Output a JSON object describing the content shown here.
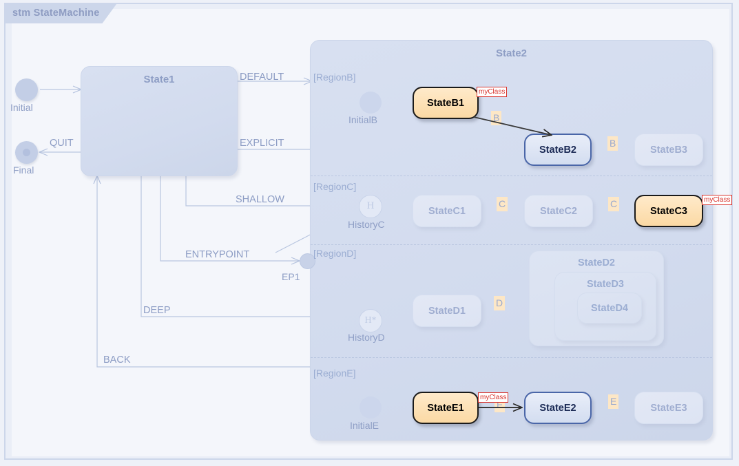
{
  "frame": {
    "tab_label": "stm StateMachine"
  },
  "top_level": {
    "initial": {
      "label": "Initial"
    },
    "final": {
      "label": "Final"
    },
    "state1": {
      "label": "State1"
    },
    "state2": {
      "label": "State2"
    },
    "entrypoint": {
      "label": "EP1"
    }
  },
  "transitions": {
    "default": "DEFAULT",
    "explicit": "EXPLICIT",
    "shallow": "SHALLOW",
    "entrypoint": "ENTRYPOINT",
    "deep": "DEEP",
    "back": "BACK",
    "quit": "QUIT"
  },
  "regions": [
    {
      "name": "[RegionB]",
      "nodes": [
        {
          "label": "InitialB",
          "kind": "initial-pseudostate"
        },
        {
          "label": "StateB1",
          "kind": "state",
          "style": "active",
          "stereotype": "myClass"
        },
        {
          "label": "StateB2",
          "kind": "state",
          "style": "visited"
        },
        {
          "label": "StateB3",
          "kind": "state",
          "style": "faded"
        }
      ],
      "edge_labels": [
        "B",
        "B"
      ]
    },
    {
      "name": "[RegionC]",
      "nodes": [
        {
          "label": "HistoryC",
          "kind": "shallow-history",
          "glyph": "H"
        },
        {
          "label": "StateC1",
          "kind": "state",
          "style": "faded"
        },
        {
          "label": "StateC2",
          "kind": "state",
          "style": "faded"
        },
        {
          "label": "StateC3",
          "kind": "state",
          "style": "active",
          "stereotype": "myClass"
        }
      ],
      "edge_labels": [
        "C",
        "C"
      ]
    },
    {
      "name": "[RegionD]",
      "nodes": [
        {
          "label": "HistoryD",
          "kind": "deep-history",
          "glyph": "H*"
        },
        {
          "label": "StateD1",
          "kind": "state",
          "style": "faded"
        },
        {
          "label": "StateD2",
          "kind": "state",
          "style": "nested"
        },
        {
          "label": "StateD3",
          "kind": "state",
          "style": "nested"
        },
        {
          "label": "StateD4",
          "kind": "state",
          "style": "nested"
        }
      ],
      "edge_labels": [
        "D"
      ]
    },
    {
      "name": "[RegionE]",
      "nodes": [
        {
          "label": "InitialE",
          "kind": "initial-pseudostate"
        },
        {
          "label": "StateE1",
          "kind": "state",
          "style": "active",
          "stereotype": "myClass"
        },
        {
          "label": "StateE2",
          "kind": "state",
          "style": "visited"
        },
        {
          "label": "StateE3",
          "kind": "state",
          "style": "faded"
        }
      ],
      "edge_labels": [
        "E",
        "E"
      ]
    }
  ],
  "stereotype": {
    "label": "myClass"
  },
  "colors": {
    "canvas_bg": "#eef1f8",
    "frame_border": "#ccd6ea",
    "frame_tab": "#ccd6ea",
    "muted_text": "#8e9ec5",
    "active_fill": "#fbd9a4",
    "active_border": "#1a1a1a",
    "visited_border": "#4a66a8",
    "stereotype_red": "#d8322c",
    "transition_badge": "#fde7c6",
    "edge_line": "#b9c6e0"
  }
}
